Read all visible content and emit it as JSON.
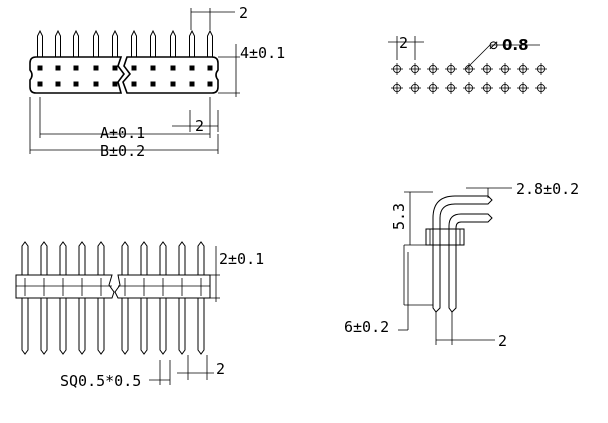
{
  "dims": {
    "top_pitch": "2",
    "body_height": "4±0.1",
    "dim_a": "A±0.1",
    "dim_a_pitch": "2",
    "dim_b": "B±0.2",
    "pcb_pitch": "2",
    "hole_diameter": "0.8",
    "hole_symbol": "∅",
    "side_body": "2±0.1",
    "pin_square": "SQ0.5*0.5",
    "side_pitch": "2",
    "right_length": "2.8±0.2",
    "right_height": "5.3",
    "right_tail": "6±0.2",
    "right_pitch": "2"
  }
}
